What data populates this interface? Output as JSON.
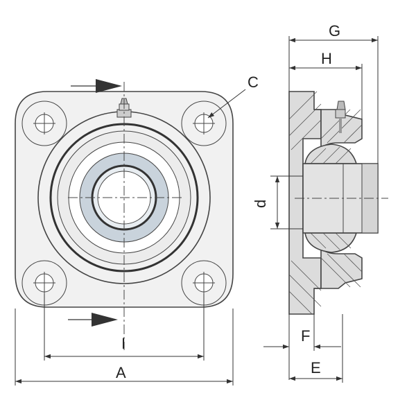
{
  "diagram": {
    "front_view": {
      "labels": {
        "overall_width": "A",
        "bolt_spacing": "I",
        "bolt_hole": "C"
      }
    },
    "side_view": {
      "labels": {
        "total_length": "G",
        "housing_length": "H",
        "bore_diameter": "d",
        "flange_offset": "F",
        "flange_thickness": "E"
      }
    },
    "colors": {
      "housing": "#f1f1f1",
      "insert": "#e7e7e7",
      "bearing_ring": "#c9d3dc",
      "section": "#dcdcdc",
      "shaft": "#e3e3e3",
      "lines": "#444444"
    }
  }
}
